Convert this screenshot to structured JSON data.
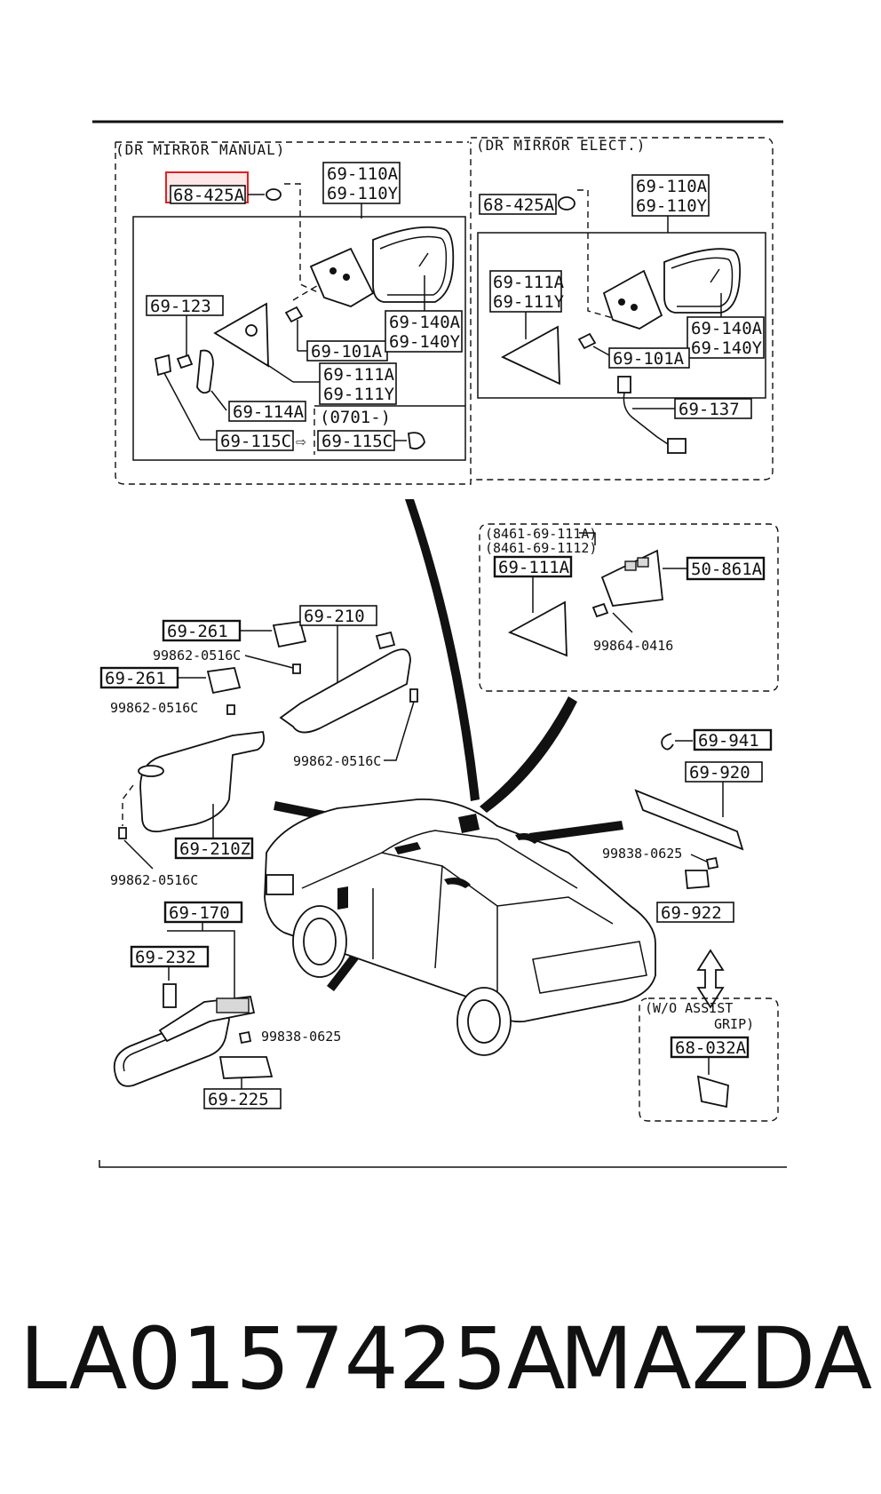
{
  "sections": {
    "manual_header": "(DR MIRROR MANUAL)",
    "elect_header": "(DR MIRROR ELECT.)",
    "code_note_1": "(8461-69-111A)",
    "code_note_2": "(8461-69-1112)",
    "model_note": "(0701-)",
    "assist_note_1": "(W/O ASSIST",
    "assist_note_2": "GRIP)"
  },
  "labels": {
    "m_68425A": "68-425A",
    "m_69110A": "69-110A",
    "m_69110Y": "69-110Y",
    "m_69123": "69-123",
    "m_69140A": "69-140A",
    "m_69140Y": "69-140Y",
    "m_69101A": "69-101A",
    "m_69111A": "69-111A",
    "m_69111Y": "69-111Y",
    "m_69114A": "69-114A",
    "m_69115C": "69-115C",
    "m_69115C_new": "69-115C",
    "e_68425A": "68-425A",
    "e_69110A": "69-110A",
    "e_69110Y": "69-110Y",
    "e_69111A": "69-111A",
    "e_69111Y": "69-111Y",
    "e_69140A": "69-140A",
    "e_69140Y": "69-140Y",
    "e_69101A": "69-101A",
    "e_69137": "69-137",
    "t_69111A": "69-111A",
    "t_50861A": "50-861A",
    "t_99864": "99864-0416",
    "v_69261_a": "69-261",
    "v_99862_a": "99862-0516C",
    "v_69261_b": "69-261",
    "v_99862_b": "99862-0516C",
    "v_69210": "69-210",
    "v_99862_c": "99862-0516C",
    "v_69210Z": "69-210Z",
    "v_99862_d": "99862-0516C",
    "g_69941": "69-941",
    "g_69920": "69-920",
    "g_99838": "99838-0625",
    "g_69922": "69-922",
    "g_68032A": "68-032A",
    "r_69170": "69-170",
    "r_69232": "69-232",
    "r_99838": "99838-0625",
    "r_69225": "69-225"
  },
  "caption": {
    "part_number": "LA0157425A",
    "brand": "MAZDA"
  },
  "highlight_color": "#e02020"
}
